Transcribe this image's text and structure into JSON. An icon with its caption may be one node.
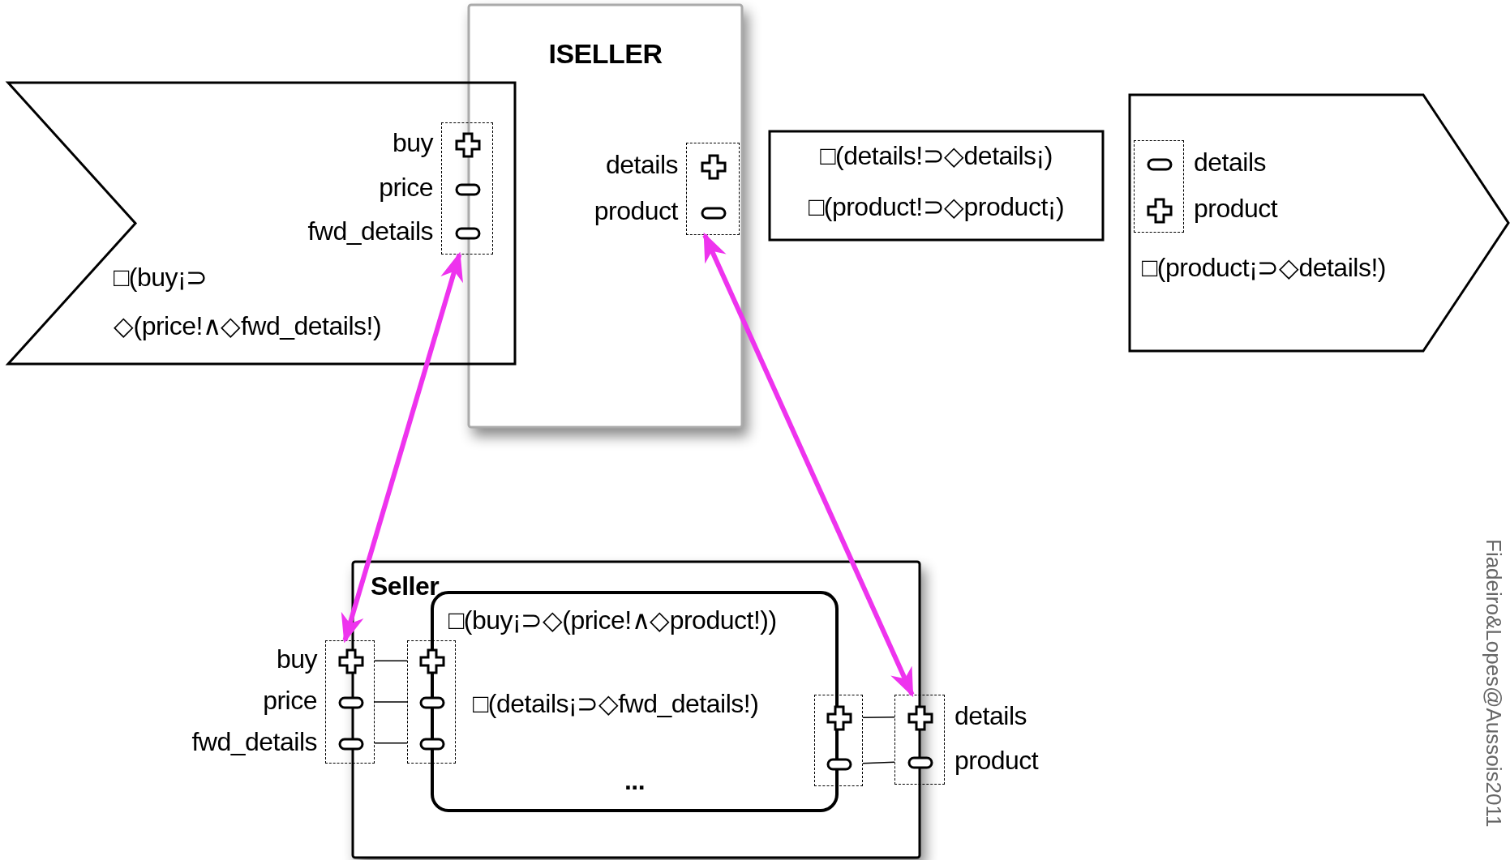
{
  "diagram": {
    "nodes": [
      {
        "text": [
          "ISELLER"
        ]
      },
      {
        "text": [
          "□(buy¡⊃ ◇(price!∧◇fwd_details!)"
        ]
      },
      {
        "text": [
          "buy",
          "price",
          "fwd_details"
        ],
        "in": 1
      },
      {
        "text": [
          "details",
          "product"
        ],
        "in": 0
      },
      {
        "text": [
          "□(details!⊃◇details¡)",
          "□(product!⊃◇product¡)"
        ]
      },
      {
        "text": [
          "details",
          "product"
        ],
        "in": 6
      },
      {
        "text": [
          "□(product¡⊃◇details!)"
        ]
      },
      {
        "text": [
          "Seller"
        ]
      },
      {
        "text": [
          "buy",
          "price",
          "fwd_details"
        ]
      },
      {
        "text": [],
        "shape": "box",
        "in": 7
      },
      {
        "text": [
          "□(buy¡⊃◇(price!∧◇product!))",
          "□(details¡⊃◇fwd_details!)",
          "..."
        ],
        "in": 7
      },
      {
        "text": [],
        "shape": "box",
        "in": 7
      },
      {
        "text": [
          "details",
          "product"
        ]
      }
    ],
    "edges": [
      {
        "from": 2,
        "to": 8,
        "arrow": "both",
        "style": "thick",
        "color": "#ee33ee"
      },
      {
        "from": 3,
        "to": 12,
        "arrow": "both",
        "style": "thick",
        "color": "#ee33ee"
      },
      {
        "from": 8,
        "to": 9,
        "arrow": "none"
      },
      {
        "from": 8,
        "to": 9,
        "arrow": "none"
      },
      {
        "from": 8,
        "to": 9,
        "arrow": "none"
      },
      {
        "from": 11,
        "to": 12,
        "arrow": "none"
      },
      {
        "from": 11,
        "to": 12,
        "arrow": "none"
      }
    ],
    "labels": [
      "Fiadeiro&Lopes@Aussois2011"
    ]
  }
}
